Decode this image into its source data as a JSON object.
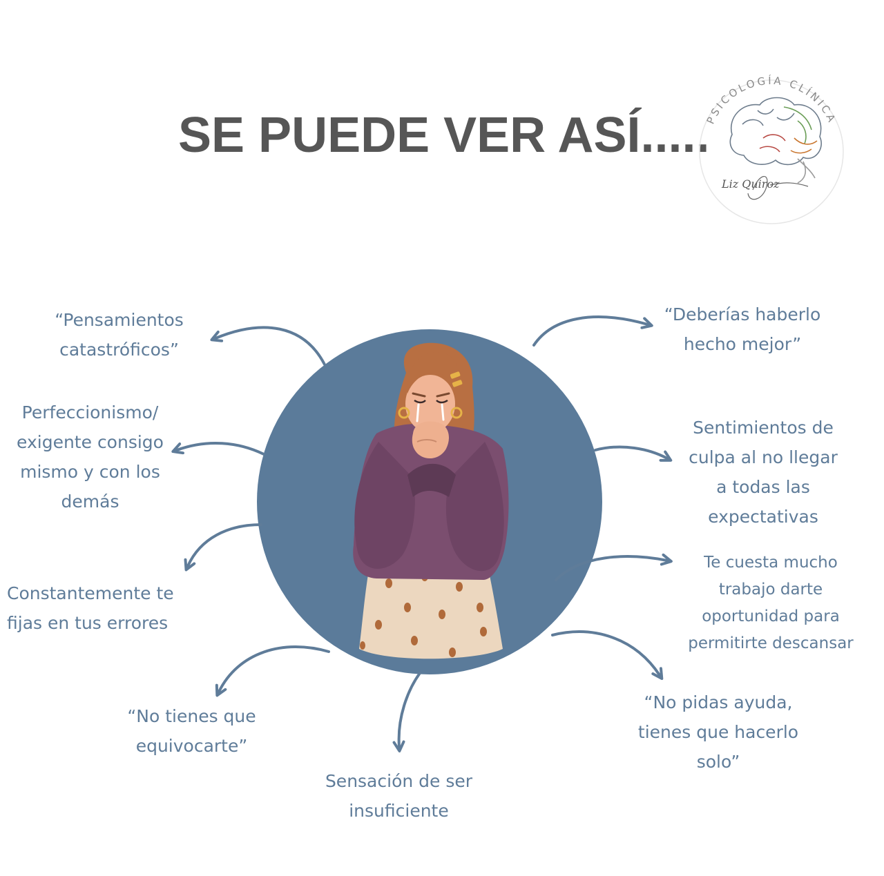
{
  "title": "SE PUEDE VER ASÍ.....",
  "logo": {
    "arc_text": "PSICOLOGÍA CLÍNICA",
    "signature": "Liz Quiroz"
  },
  "colors": {
    "title": "#565656",
    "label_text": "#5f7c99",
    "arrow": "#5f7c99",
    "circle": "#5b7b9a",
    "sweater": "#7b4e6f",
    "skirt": "#ecd7bf",
    "hair": "#b86f42"
  },
  "illustration": "crying-woman-in-purple-sweater",
  "labels": [
    "“Pensamientos\ncatastróficos”",
    "Perfeccionismo/\nexigente consigo\nmismo y con los\ndemás",
    "Constantemente te\nfijas en tus errores",
    "“No tienes que\nequivocarte”",
    "Sensación de ser\ninsuficiente",
    "“Deberías haberlo\nhecho mejor”",
    "Sentimientos de\nculpa al no llegar\na todas las\nexpectativas",
    "Te cuesta mucho\ntrabajo darte\noportunidad para\npermitirte descansar",
    "“No pidas ayuda,\ntienes que hacerlo\nsolo”"
  ]
}
